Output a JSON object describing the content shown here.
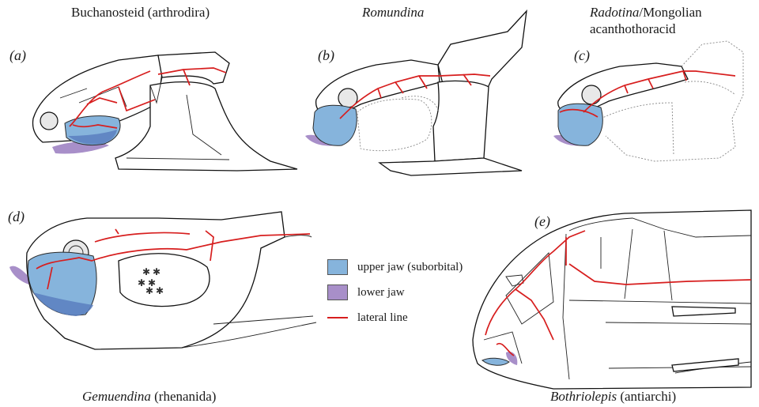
{
  "panels": [
    {
      "letter": "(a)",
      "title_italic": "",
      "title_rest": "Buchanosteid (arthrodira)"
    },
    {
      "letter": "(b)",
      "title_italic": "Romundina",
      "title_rest": ""
    },
    {
      "letter": "(c)",
      "title_italic": "Radotina",
      "title_rest": "/Mongolian",
      "title_line2": "acanthothoracid"
    },
    {
      "letter": "(d)",
      "title_italic": "Gemuendina",
      "title_rest": " (rhenanida)"
    },
    {
      "letter": "(e)",
      "title_italic": "Bothriolepis",
      "title_rest": " (antiarchi)"
    }
  ],
  "legend": {
    "items": [
      {
        "label": "upper jaw (suborbital)",
        "color": "#86b4dc"
      },
      {
        "label": "lower jaw",
        "color": "#a88fc9"
      },
      {
        "label": "lateral line",
        "color": "#d71e1e"
      }
    ]
  }
}
